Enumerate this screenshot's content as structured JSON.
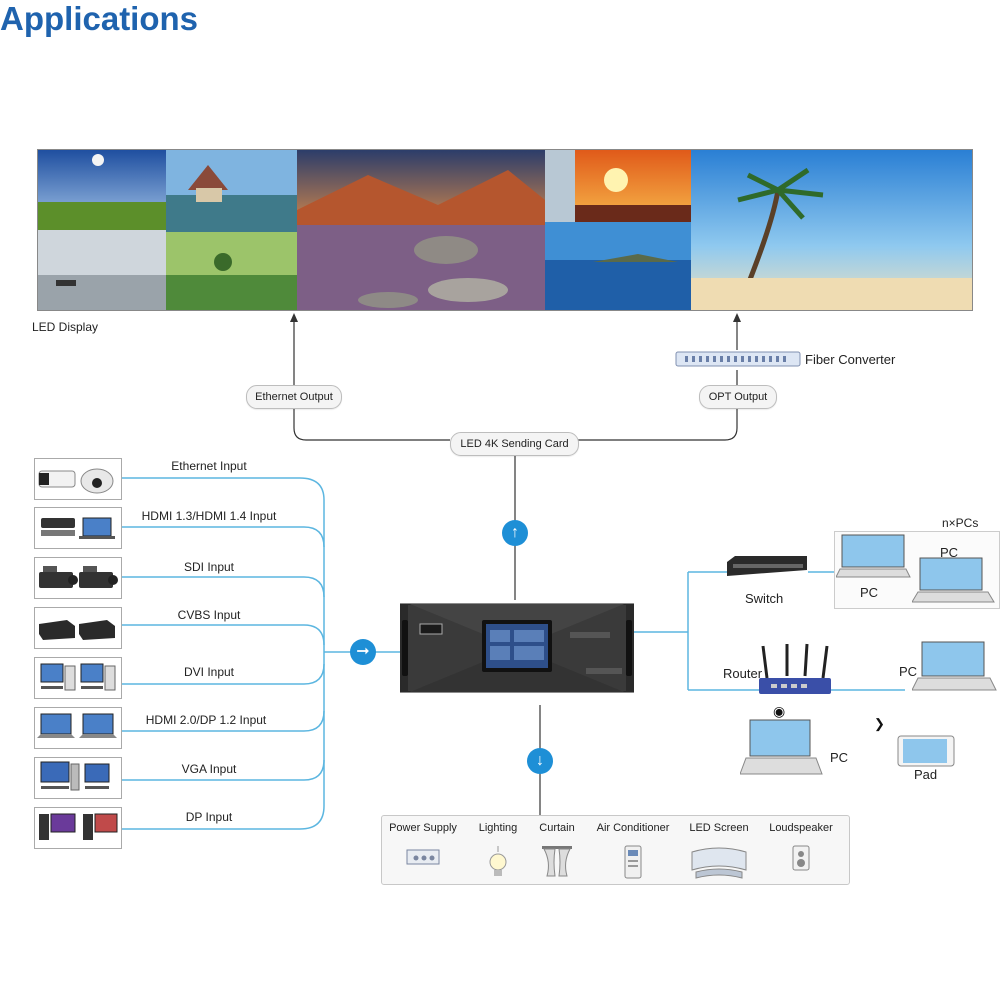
{
  "page": {
    "title": "Applications"
  },
  "led_display": {
    "label": "LED Display"
  },
  "outputs": {
    "ethernet": "Ethernet Output",
    "opt": "OPT Output",
    "fiber_converter": "Fiber Converter",
    "sending_card": "LED 4K Sending Card"
  },
  "inputs": [
    {
      "label": "Ethernet Input",
      "icon": "ip-camera-icon"
    },
    {
      "label": "HDMI 1.3/HDMI 1.4  Input",
      "icon": "projector-laptop-icon"
    },
    {
      "label": "SDI Input",
      "icon": "video-camera-icon"
    },
    {
      "label": "CVBS Input",
      "icon": "set-top-box-icon"
    },
    {
      "label": "DVI Input",
      "icon": "desktop-pc-icon"
    },
    {
      "label": "HDMI 2.0/DP 1.2 Input",
      "icon": "laptop-icon"
    },
    {
      "label": "VGA Input",
      "icon": "monitor-pc-icon"
    },
    {
      "label": "DP Input",
      "icon": "desktop-pc-icon"
    }
  ],
  "network": {
    "switch": "Switch",
    "router": "Router",
    "npcs": "n×PCs",
    "pc": "PC",
    "pad": "Pad"
  },
  "equipment": [
    {
      "label": "Power Supply",
      "icon": "power-strip-icon"
    },
    {
      "label": "Lighting",
      "icon": "light-bulb-icon"
    },
    {
      "label": "Curtain",
      "icon": "curtain-icon"
    },
    {
      "label": "Air Conditioner",
      "icon": "air-conditioner-icon"
    },
    {
      "label": "LED Screen",
      "icon": "curved-screen-icon"
    },
    {
      "label": "Loudspeaker",
      "icon": "speaker-icon"
    }
  ],
  "colors": {
    "title": "#1f63ae",
    "wire": "#5cb6e0",
    "arrow": "#1e8fd6",
    "device": "#2b2b2b"
  }
}
